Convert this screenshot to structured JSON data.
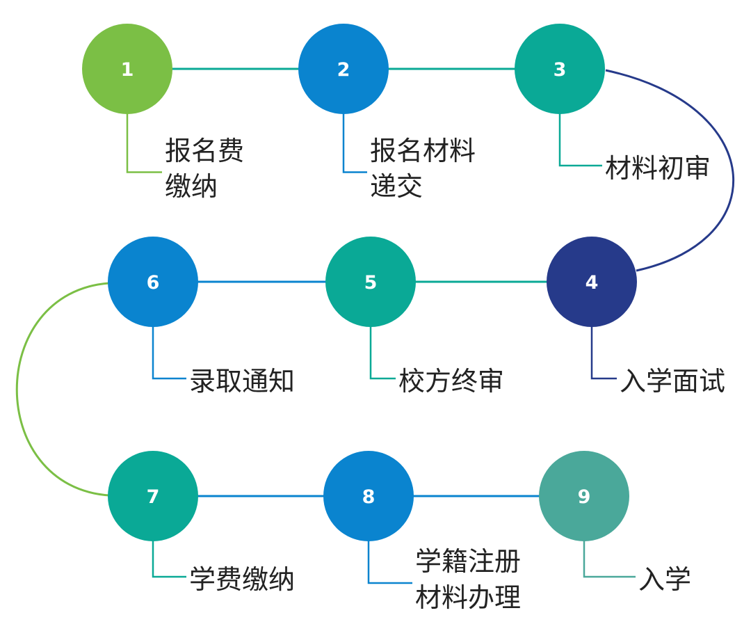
{
  "colors": {
    "green": "#7bbf45",
    "blue": "#0a84cf",
    "teal": "#0aa996",
    "navy": "#263a8a",
    "sage": "#4aa89a",
    "number_text": "#ffffff"
  },
  "steps": [
    {
      "number": "1",
      "label_lines": [
        "报名费",
        "缴纳"
      ],
      "color": "green"
    },
    {
      "number": "2",
      "label_lines": [
        "报名材料",
        "递交"
      ],
      "color": "blue"
    },
    {
      "number": "3",
      "label_lines": [
        "材料初审"
      ],
      "color": "teal"
    },
    {
      "number": "4",
      "label_lines": [
        "入学面试"
      ],
      "color": "navy"
    },
    {
      "number": "5",
      "label_lines": [
        "校方终审"
      ],
      "color": "teal"
    },
    {
      "number": "6",
      "label_lines": [
        "录取通知"
      ],
      "color": "blue"
    },
    {
      "number": "7",
      "label_lines": [
        "学费缴纳"
      ],
      "color": "teal"
    },
    {
      "number": "8",
      "label_lines": [
        "学籍注册",
        "材料办理"
      ],
      "color": "blue"
    },
    {
      "number": "9",
      "label_lines": [
        "入学"
      ],
      "color": "sage"
    }
  ],
  "links": [
    {
      "from": "1",
      "to": "2",
      "color": "teal"
    },
    {
      "from": "2",
      "to": "3",
      "color": "teal"
    },
    {
      "from": "3",
      "to": "4",
      "color": "navy"
    },
    {
      "from": "4",
      "to": "5",
      "color": "teal"
    },
    {
      "from": "5",
      "to": "6",
      "color": "blue"
    },
    {
      "from": "6",
      "to": "7",
      "color": "green"
    },
    {
      "from": "7",
      "to": "8",
      "color": "blue"
    },
    {
      "from": "8",
      "to": "9",
      "color": "blue"
    }
  ]
}
